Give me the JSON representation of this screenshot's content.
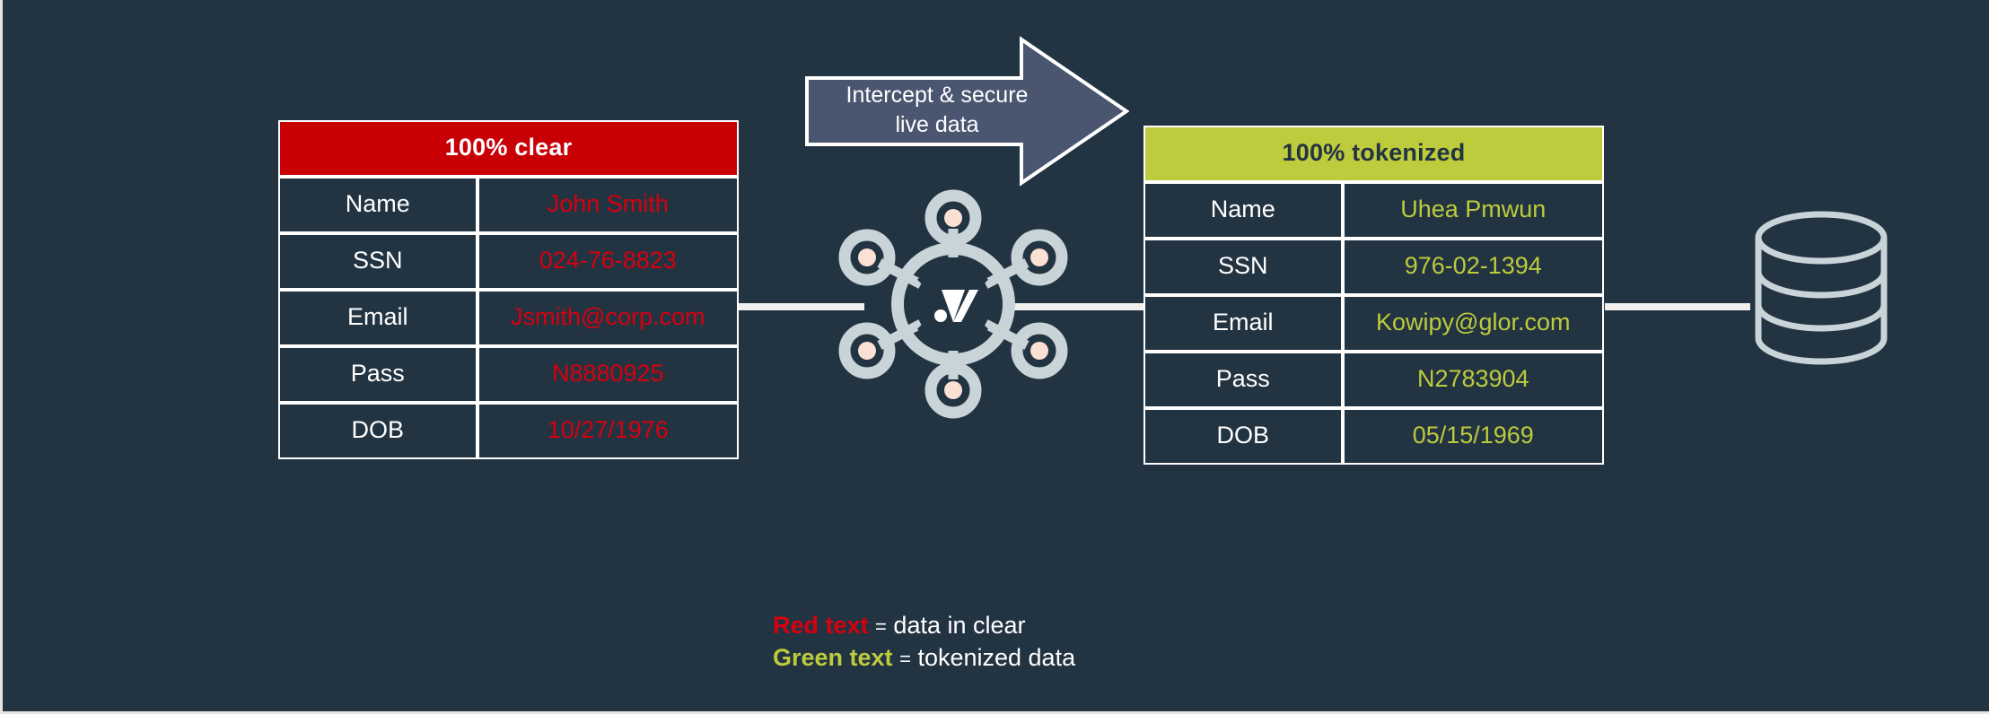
{
  "canvas": {
    "background": "#223342",
    "border_color": "#e8e4e0"
  },
  "tables": {
    "clear": {
      "title": "100% clear",
      "header_bg": "#c80006",
      "header_fg": "#ffffff",
      "value_color": "#d7000f",
      "rows": [
        {
          "label": "Name",
          "value": "John Smith"
        },
        {
          "label": "SSN",
          "value": "024-76-8823"
        },
        {
          "label": "Email",
          "value": "Jsmith@corp.com"
        },
        {
          "label": "Pass",
          "value": "N8880925"
        },
        {
          "label": "DOB",
          "value": "10/27/1976"
        }
      ]
    },
    "tokenized": {
      "title": "100% tokenized",
      "header_bg": "#bdcb3c",
      "header_fg": "#223342",
      "value_color": "#bdcb3c",
      "rows": [
        {
          "label": "Name",
          "value": "Uhea Pmwun"
        },
        {
          "label": "SSN",
          "value": "976-02-1394"
        },
        {
          "label": "Email",
          "value": "Kowipy@glor.com"
        },
        {
          "label": "Pass",
          "value": "N2783904"
        },
        {
          "label": "DOB",
          "value": "05/15/1969"
        }
      ]
    }
  },
  "arrow": {
    "label_line1": "Intercept & secure",
    "label_line2": "live data",
    "fill": "#4a5670",
    "stroke": "#ffffff"
  },
  "hub": {
    "icon_name": "tokenization-hub-icon",
    "ring_color": "#c8d4d8",
    "node_center_color": "#fbe0d4",
    "core_color": "#223342",
    "logo_color": "#ffffff",
    "node_count": 6
  },
  "database": {
    "icon_name": "database-cylinder-icon",
    "stroke": "#c8d4d8",
    "band_count": 3
  },
  "legend": {
    "items": [
      {
        "key": "Red text",
        "eq": "=",
        "desc": "data in clear",
        "color": "#d7000f"
      },
      {
        "key": "Green text",
        "eq": "=",
        "desc": "tokenized data",
        "color": "#bdcb3c"
      }
    ]
  }
}
